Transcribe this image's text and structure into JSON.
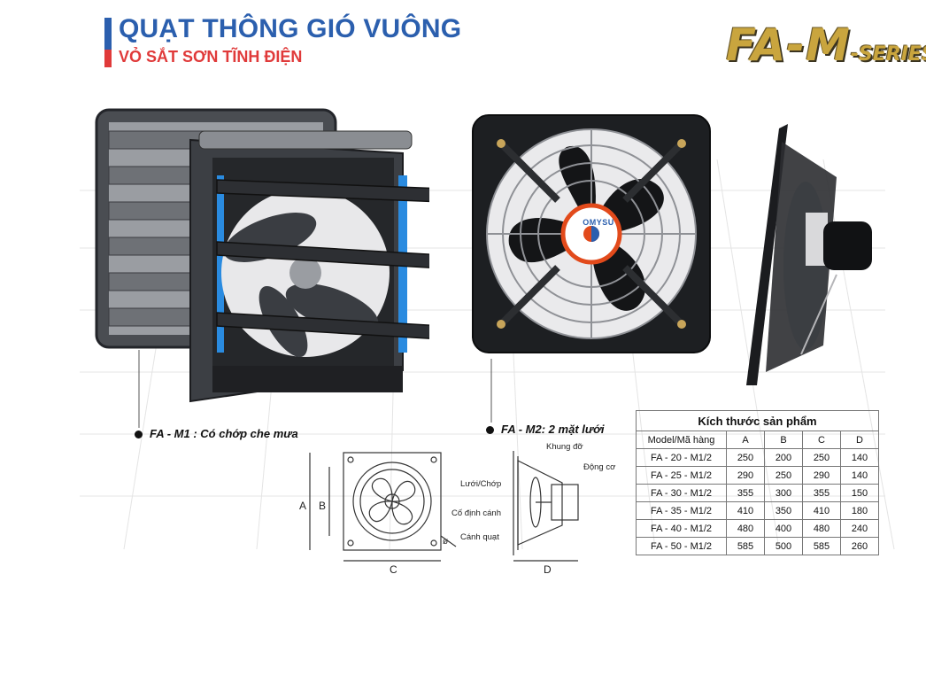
{
  "header": {
    "title": "QUẠT THÔNG GIÓ VUÔNG",
    "subtitle": "VỎ SẮT SƠN TĨNH ĐIỆN",
    "series_main": "FA-M",
    "series_suffix": "-SERIES"
  },
  "products": [
    {
      "caption": "FA - M1 : Có chớp che mưa"
    },
    {
      "caption": "FA - M2: 2 mặt lưới"
    }
  ],
  "badge": {
    "brand": "OMYSU"
  },
  "diagram_front": {
    "label_a": "A",
    "label_b": "B",
    "label_c": "C",
    "label_hole": "ø"
  },
  "diagram_side": {
    "label_frame": "Khung đỡ",
    "label_motor": "Động cơ",
    "label_grill": "Lưới/Chớp",
    "label_fixer": "Cố định cánh",
    "label_blade": "Cánh quạt",
    "label_d": "D"
  },
  "table": {
    "caption": "Kích thước sản phẩm",
    "headers": [
      "Model/Mã hàng",
      "A",
      "B",
      "C",
      "D"
    ],
    "rows": [
      [
        "FA - 20 - M1/2",
        "250",
        "200",
        "250",
        "140"
      ],
      [
        "FA - 25 - M1/2",
        "290",
        "250",
        "290",
        "140"
      ],
      [
        "FA - 30 - M1/2",
        "355",
        "300",
        "355",
        "150"
      ],
      [
        "FA - 35 - M1/2",
        "410",
        "350",
        "410",
        "180"
      ],
      [
        "FA - 40 - M1/2",
        "480",
        "400",
        "480",
        "240"
      ],
      [
        "FA - 50 - M1/2",
        "585",
        "500",
        "585",
        "260"
      ]
    ]
  }
}
